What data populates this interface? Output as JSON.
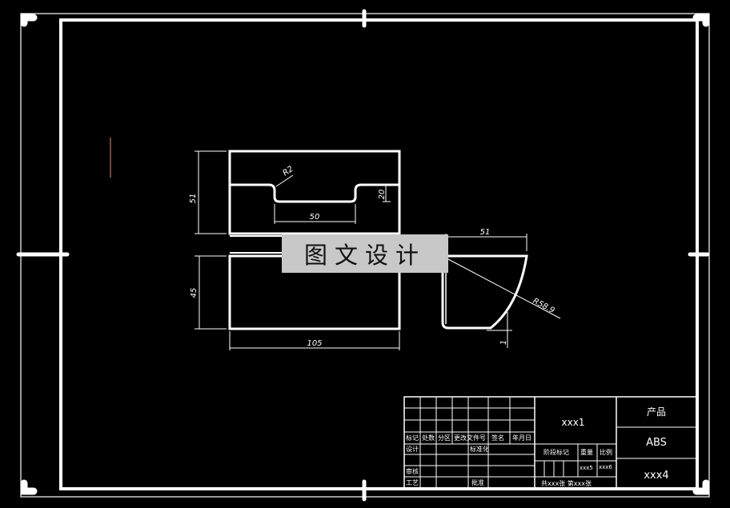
{
  "drawing": {
    "dimensions": {
      "front_height": "51",
      "fillet_radius": "R2",
      "slot_width": "50",
      "slot_depth": "20",
      "bottom_height": "45",
      "bottom_width": "105",
      "side_width": "51",
      "side_radius": "R58.9",
      "side_thickness": "1"
    }
  },
  "watermark": {
    "text": "图文设计"
  },
  "title_block": {
    "header_labels": [
      "标记",
      "处数",
      "分区",
      "更改文件号",
      "签名",
      "年月日"
    ],
    "row_design": "设计",
    "row_standard": "标准化",
    "row_review": "审核",
    "row_process": "工艺",
    "row_approve": "批准",
    "stage_label": "阶段标记",
    "weight_label": "重量",
    "scale_label": "比例",
    "drawing_number": "xxx1",
    "weight_value": "xxx5",
    "scale_value": "xxx6",
    "sheets_text": "共xxx张 第xxx张",
    "product_label": "产品",
    "material": "ABS",
    "company": "xxx4"
  }
}
